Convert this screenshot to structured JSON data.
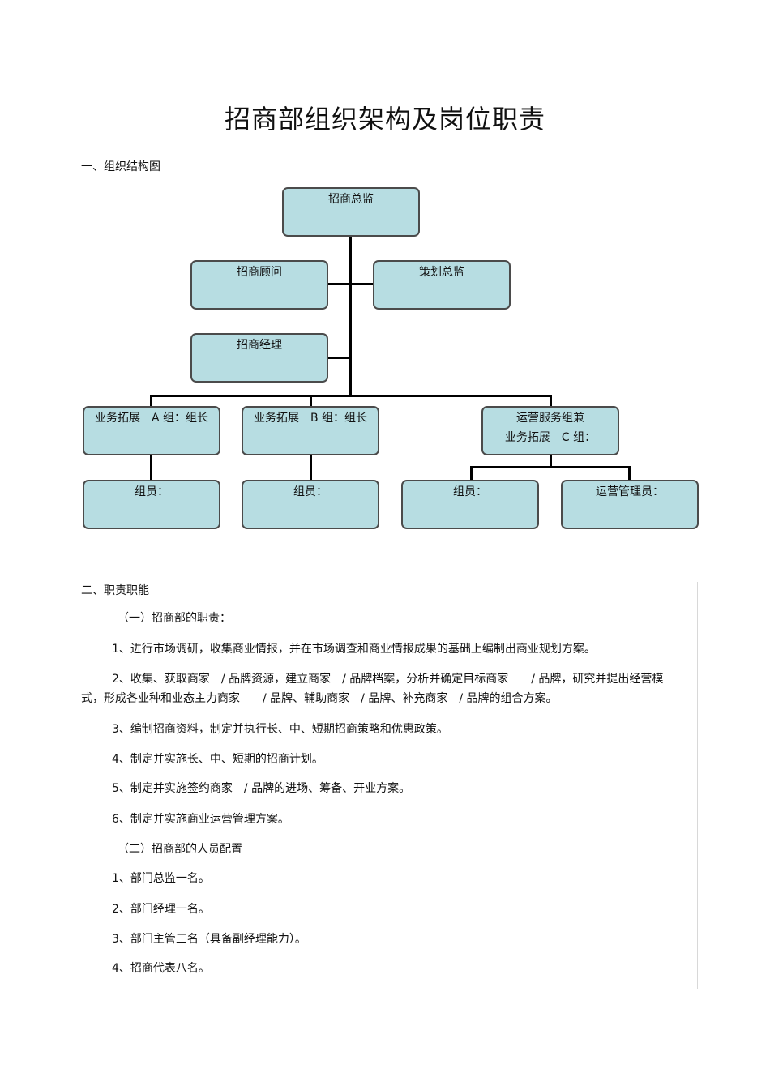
{
  "title": "招商部组织架构及岗位职责",
  "section1": "一、组织结构图",
  "org": {
    "director": "招商总监",
    "consultant": "招商顾问",
    "planning": "策划总监",
    "manager": "招商经理",
    "groupA": "业务拓展　A 组：组长",
    "groupB": "业务拓展　B 组：组长",
    "groupC_line1": "运营服务组兼",
    "groupC_line2": "业务拓展　C 组：",
    "memberA": "组员：",
    "memberB": "组员：",
    "memberC": "组员：",
    "ops": "运营管理员："
  },
  "section2": "二、职责职能",
  "sub1": "（一）招商部的职责：",
  "duties": [
    "1、进行市场调研，收集商业情报，并在市场调查和商业情报成果的基础上编制出商业规划方案。",
    "2、收集、获取商家　/ 品牌资源，建立商家　/ 品牌档案，分析并确定目标商家　　/ 品牌，研究并提出经营模式，形成各业种和业态主力商家　　/ 品牌、辅助商家　/ 品牌、补充商家　/ 品牌的组合方案。",
    "3、编制招商资料，制定并执行长、中、短期招商策略和优惠政策。",
    "4、制定并实施长、中、短期的招商计划。",
    "5、制定并实施签约商家　/ 品牌的进场、筹备、开业方案。",
    "6、制定并实施商业运营管理方案。"
  ],
  "sub2": "（二）招商部的人员配置",
  "staffing": [
    "1、部门总监一名。",
    "2、部门经理一名。",
    "3、部门主管三名（具备副经理能力）。",
    "4、招商代表八名。"
  ],
  "colors": {
    "box_fill": "#b7dde2",
    "box_border": "#4b4b4b",
    "connector": "#000000"
  }
}
